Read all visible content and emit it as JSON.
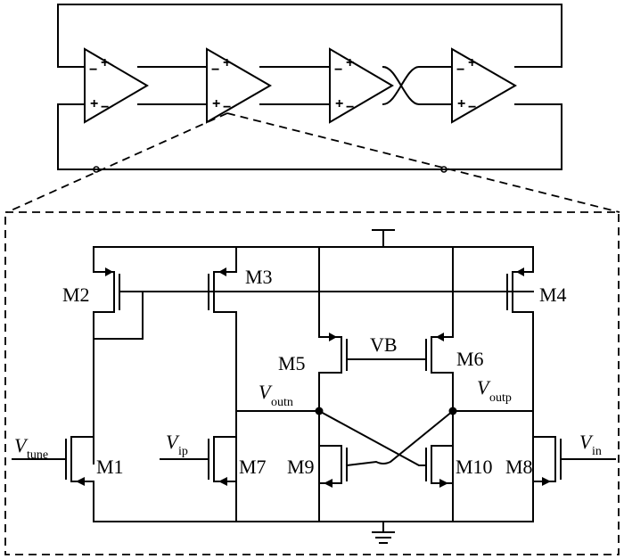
{
  "ring_oscillator": {
    "stages": [
      {
        "id": "stage-1",
        "in_minus": "−",
        "in_plus": "+",
        "out_plus": "+",
        "out_minus": "−"
      },
      {
        "id": "stage-2",
        "in_minus": "−",
        "in_plus": "+",
        "out_plus": "+",
        "out_minus": "−"
      },
      {
        "id": "stage-3",
        "in_minus": "−",
        "in_plus": "+",
        "out_plus": "+",
        "out_minus": "−"
      },
      {
        "id": "stage-4",
        "in_minus": "−",
        "in_plus": "+",
        "out_plus": "+",
        "out_minus": "−"
      }
    ]
  },
  "delay_cell": {
    "transistors": {
      "m1": "M1",
      "m2": "M2",
      "m3": "M3",
      "m4": "M4",
      "m5": "M5",
      "m6": "M6",
      "m7": "M7",
      "m8": "M8",
      "m9": "M9",
      "m10": "M10"
    },
    "signals": {
      "vb": "VB",
      "v_tune": {
        "main": "V",
        "sub": "tune"
      },
      "v_ip": {
        "main": "V",
        "sub": "ip"
      },
      "v_in": {
        "main": "V",
        "sub": "in"
      },
      "v_outn": {
        "main": "V",
        "sub": "outn"
      },
      "v_outp": {
        "main": "V",
        "sub": "outp"
      }
    }
  }
}
